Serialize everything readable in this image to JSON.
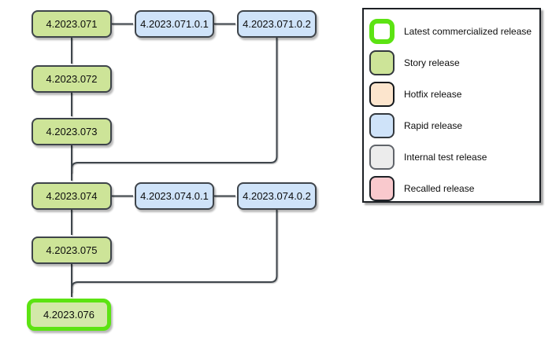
{
  "diagram": {
    "nodes": {
      "n071": {
        "label": "4.2023.071",
        "type": "story"
      },
      "n071_01": {
        "label": "4.2023.071.0.1",
        "type": "rapid"
      },
      "n071_02": {
        "label": "4.2023.071.0.2",
        "type": "rapid"
      },
      "n072": {
        "label": "4.2023.072",
        "type": "story"
      },
      "n073": {
        "label": "4.2023.073",
        "type": "story"
      },
      "n074": {
        "label": "4.2023.074",
        "type": "story"
      },
      "n074_01": {
        "label": "4.2023.074.0.1",
        "type": "rapid"
      },
      "n074_02": {
        "label": "4.2023.074.0.2",
        "type": "rapid"
      },
      "n075": {
        "label": "4.2023.075",
        "type": "story"
      },
      "n076": {
        "label": "4.2023.076",
        "type": "latest"
      }
    },
    "edges": [
      {
        "from": "n071",
        "to": "n071_01"
      },
      {
        "from": "n071_01",
        "to": "n071_02"
      },
      {
        "from": "n071",
        "to": "n072"
      },
      {
        "from": "n072",
        "to": "n073"
      },
      {
        "from": "n073",
        "to": "n074"
      },
      {
        "from": "n071_02",
        "to": "n074"
      },
      {
        "from": "n074",
        "to": "n074_01"
      },
      {
        "from": "n074_01",
        "to": "n074_02"
      },
      {
        "from": "n074",
        "to": "n075"
      },
      {
        "from": "n075",
        "to": "n076"
      },
      {
        "from": "n074_02",
        "to": "n076"
      }
    ]
  },
  "legend": {
    "items": [
      {
        "label": "Latest commercialized release",
        "type": "latest"
      },
      {
        "label": "Story release",
        "type": "story"
      },
      {
        "label": "Hotfix release",
        "type": "hotfix"
      },
      {
        "label": "Rapid release",
        "type": "rapid"
      },
      {
        "label": "Internal test release",
        "type": "internal"
      },
      {
        "label": "Recalled release",
        "type": "recalled"
      }
    ]
  },
  "colors": {
    "story_fill": "#cde498",
    "rapid_fill": "#cfe3f9",
    "hotfix_fill": "#fce5cd",
    "internal_fill": "#ececec",
    "recalled_fill": "#f9c9cd",
    "latest_border": "#5ce312",
    "latest_fill": "#d3e8a9",
    "node_border": "#3e444a",
    "connector": "#3f464c"
  }
}
